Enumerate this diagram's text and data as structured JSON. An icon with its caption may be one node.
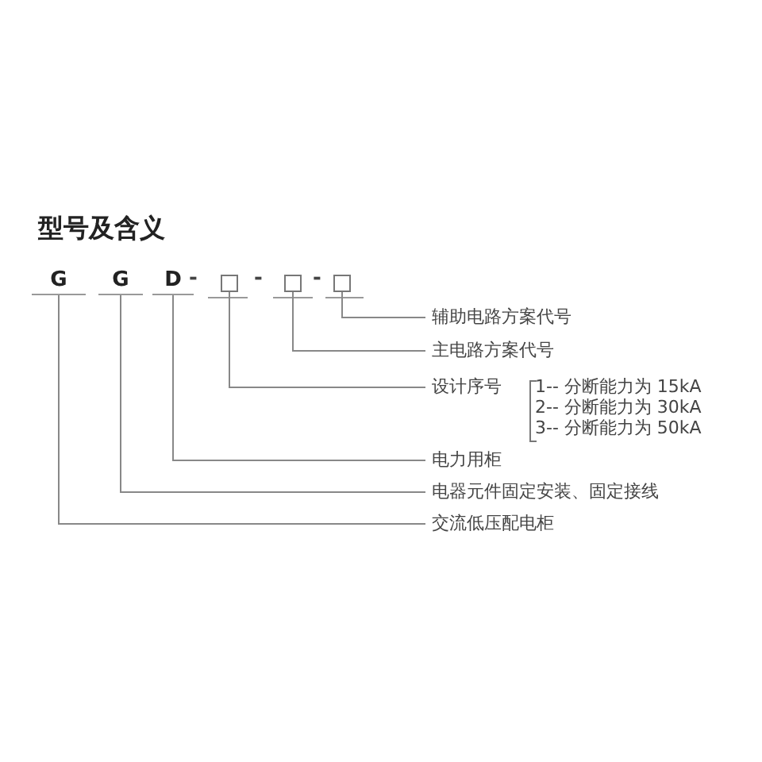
{
  "diagram": {
    "title": "型号及含义",
    "nodes": [
      {
        "text": [
          "G"
        ]
      },
      {
        "text": [
          "G"
        ]
      },
      {
        "text": [
          "D"
        ]
      },
      {
        "text": [],
        "shape": "box"
      },
      {
        "text": [],
        "shape": "box"
      },
      {
        "text": [],
        "shape": "box"
      },
      {
        "text": [
          "辅助电路方案代号"
        ]
      },
      {
        "text": [
          "主电路方案代号"
        ]
      },
      {
        "text": [
          "设计序号"
        ],
        "beside": [
          "1-- 分断能力为 15kA",
          "2-- 分断能力为 30kA",
          "3-- 分断能力为 50kA"
        ]
      },
      {
        "text": [
          "电力用柜"
        ]
      },
      {
        "text": [
          "电器元件固定安装、固定接线"
        ]
      },
      {
        "text": [
          "交流低压配电柜"
        ]
      }
    ],
    "edges": [
      {
        "from": 5,
        "to": 6,
        "arrow": "none"
      },
      {
        "from": 4,
        "to": 7,
        "arrow": "none"
      },
      {
        "from": 3,
        "to": 8,
        "arrow": "none"
      },
      {
        "from": 2,
        "to": 9,
        "arrow": "none"
      },
      {
        "from": 1,
        "to": 10,
        "arrow": "none"
      },
      {
        "from": 0,
        "to": 11,
        "arrow": "none"
      }
    ],
    "labels": [
      "-",
      "-",
      "-"
    ]
  }
}
